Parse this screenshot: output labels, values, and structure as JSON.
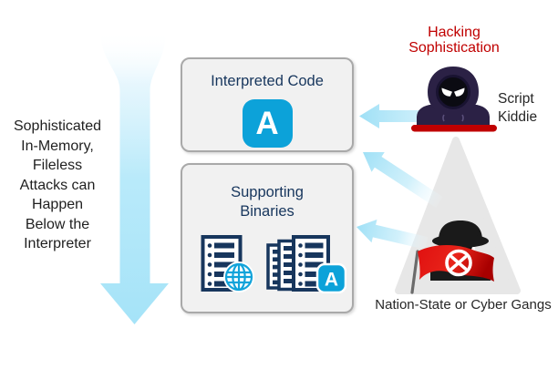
{
  "left_annotation": {
    "lines": [
      "Sophisticated",
      "In-Memory,",
      "Fileless",
      "Attacks can",
      "Happen",
      "Below the",
      "Interpreter"
    ]
  },
  "interpreted_code_box": {
    "title": "Interpreted Code",
    "a_icon_letter": "A"
  },
  "supporting_binaries_box": {
    "title_lines": [
      "Supporting",
      "Binaries"
    ],
    "a_badge_letter": "A"
  },
  "hacking_sophistication_heading": {
    "lines": [
      "Hacking",
      "Sophistication"
    ]
  },
  "script_kiddie": {
    "label_lines": [
      "Script",
      "Kiddie"
    ]
  },
  "nation_state": {
    "label": "Nation-State or Cyber Gangs"
  },
  "colors": {
    "accent_cyan": "#0ca2d9",
    "navy": "#17365d",
    "arrow_blue": "#a5e3f8",
    "alert_red": "#c00000",
    "pyramid_gray": "#e7e7e7"
  }
}
